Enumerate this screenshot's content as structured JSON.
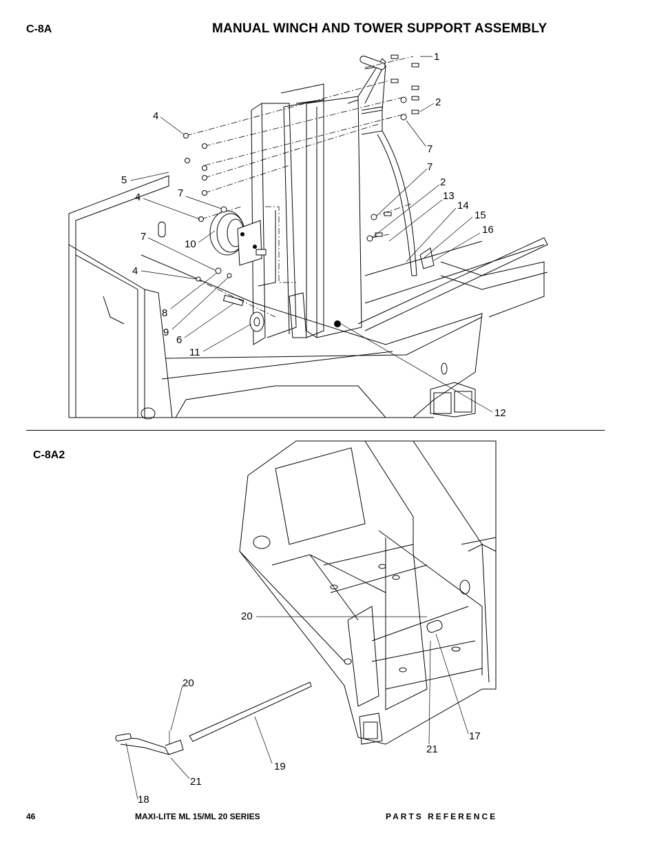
{
  "header": {
    "section_a_label": "C-8A",
    "title": "MANUAL WINCH AND TOWER SUPPORT ASSEMBLY"
  },
  "section_b_label": "C-8A2",
  "footer": {
    "page_number": "46",
    "series": "MAXI-LITE ML 15/ML 20 SERIES",
    "reference": "PARTS REFERENCE"
  },
  "callouts_a": [
    "1",
    "2",
    "7",
    "4",
    "7",
    "5",
    "2",
    "13",
    "14",
    "15",
    "4",
    "7",
    "16",
    "10",
    "7",
    "4",
    "8",
    "9",
    "6",
    "11",
    "12"
  ],
  "callouts_b": [
    "20",
    "20",
    "17",
    "21",
    "19",
    "21",
    "18"
  ]
}
